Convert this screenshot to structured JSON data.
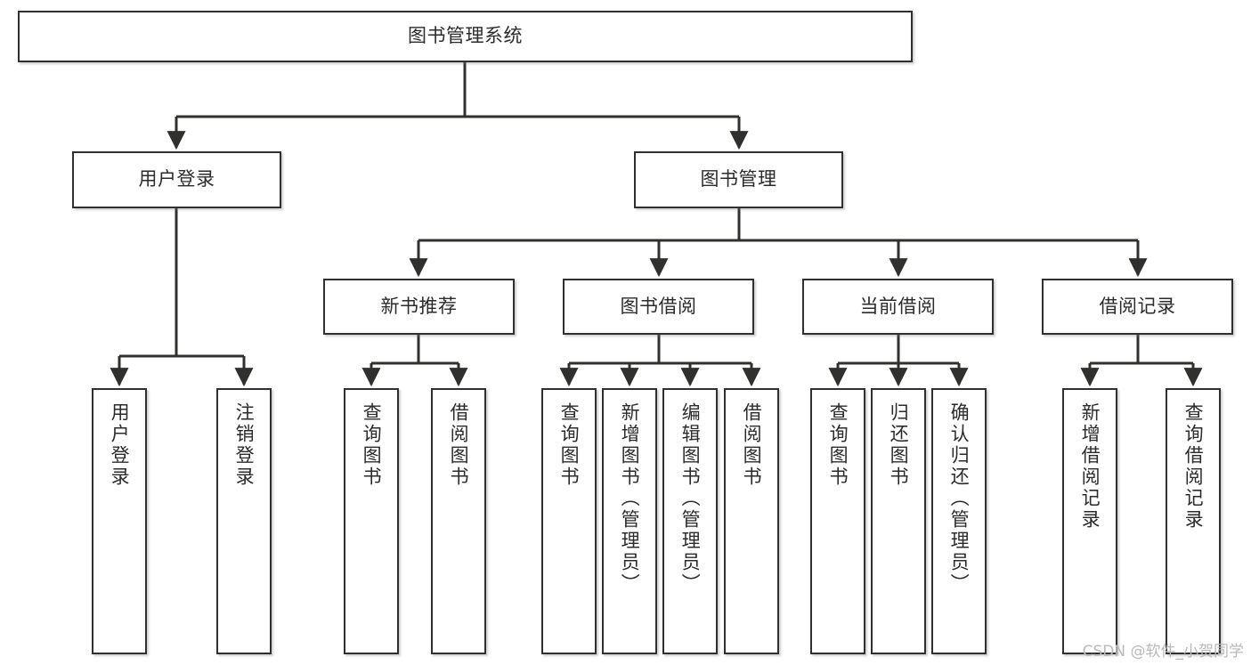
{
  "diagram": {
    "type": "tree",
    "title": "图书管理系统",
    "orientation": "top-down",
    "colors": {
      "node_border": "#30302f",
      "node_fill": "#ffffff",
      "edge": "#30302f",
      "text": "#2b2b2b",
      "background": "#ffffff",
      "watermark": "#b9b9b9"
    },
    "watermark": "CSDN @软件_小贺同学",
    "nodes": {
      "root": {
        "label": "图书管理系统",
        "level": 1,
        "orientation": "horizontal"
      },
      "l2": [
        {
          "id": "user-login",
          "label": "用户登录",
          "level": 2,
          "orientation": "horizontal"
        },
        {
          "id": "book-manage",
          "label": "图书管理",
          "level": 2,
          "orientation": "horizontal"
        }
      ],
      "l3": [
        {
          "id": "new-book-rec",
          "label": "新书推荐",
          "level": 3,
          "orientation": "horizontal"
        },
        {
          "id": "book-borrow",
          "label": "图书借阅",
          "level": 3,
          "orientation": "horizontal"
        },
        {
          "id": "current-borrow",
          "label": "当前借阅",
          "level": 3,
          "orientation": "horizontal"
        },
        {
          "id": "borrow-record",
          "label": "借阅记录",
          "level": 3,
          "orientation": "horizontal"
        }
      ],
      "leaves": {
        "user_login": [
          {
            "id": "leaf-user-login",
            "label": "用户登录"
          },
          {
            "id": "leaf-user-logout",
            "label": "注销登录"
          }
        ],
        "new_book_rec": [
          {
            "id": "leaf-query-book-1",
            "label": "查询图书"
          },
          {
            "id": "leaf-borrow-book-1",
            "label": "借阅图书"
          }
        ],
        "book_borrow": [
          {
            "id": "leaf-query-book-2",
            "label": "查询图书"
          },
          {
            "id": "leaf-add-book",
            "label": "新增图书（管理员）"
          },
          {
            "id": "leaf-edit-book",
            "label": "编辑图书（管理员）"
          },
          {
            "id": "leaf-borrow-book-2",
            "label": "借阅图书"
          }
        ],
        "current_borrow": [
          {
            "id": "leaf-query-book-3",
            "label": "查询图书"
          },
          {
            "id": "leaf-return-book",
            "label": "归还图书"
          },
          {
            "id": "leaf-confirm-return",
            "label": "确认归还（管理员）"
          }
        ],
        "borrow_record": [
          {
            "id": "leaf-add-record",
            "label": "新增借阅记录"
          },
          {
            "id": "leaf-query-record",
            "label": "查询借阅记录"
          }
        ]
      }
    }
  }
}
